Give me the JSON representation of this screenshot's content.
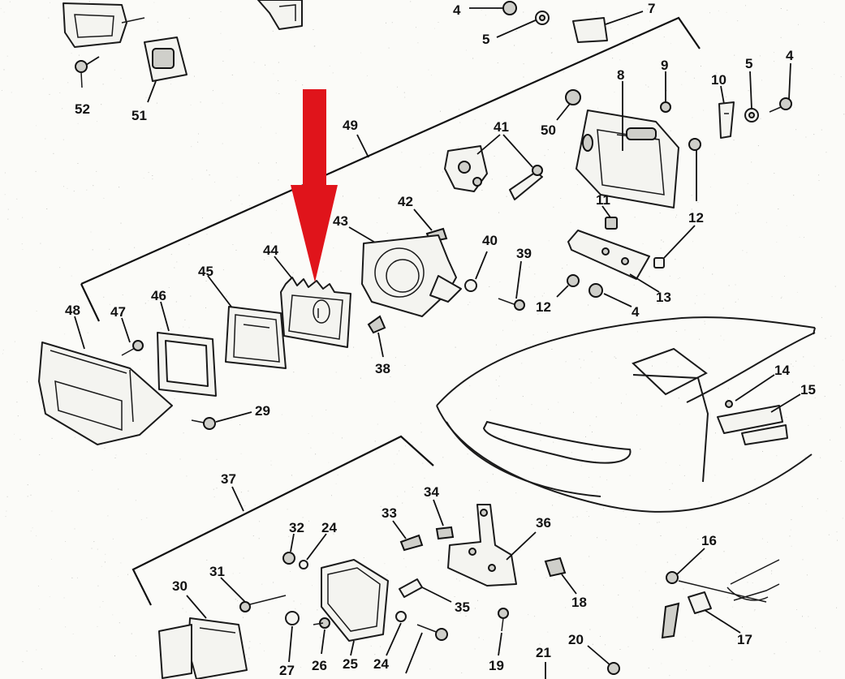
{
  "diagram": {
    "type": "exploded-parts-diagram",
    "highlight_color": "#e0141b",
    "line_color": "#111111",
    "highlighted_callout": "44",
    "callouts": {
      "c4a": "4",
      "c5a": "5",
      "c7": "7",
      "c52": "52",
      "c51": "51",
      "c8": "8",
      "c9": "9",
      "c10": "10",
      "c5b": "5",
      "c4b": "4",
      "c49": "49",
      "c41": "41",
      "c50": "50",
      "c11": "11",
      "c12a": "12",
      "c42": "42",
      "c43": "43",
      "c40": "40",
      "c39": "39",
      "c12b": "12",
      "c13": "13",
      "c4c": "4",
      "c44": "44",
      "c45": "45",
      "c46": "46",
      "c47": "47",
      "c48": "48",
      "c38": "38",
      "c29": "29",
      "c14": "14",
      "c15": "15",
      "c37": "37",
      "c34": "34",
      "c33": "33",
      "c36": "36",
      "c32": "32",
      "c24a": "24",
      "c31": "31",
      "c30": "30",
      "c35": "35",
      "c18": "18",
      "c16": "16",
      "c17": "17",
      "c27": "27",
      "c26": "26",
      "c25": "25",
      "c24b": "24",
      "c19": "19",
      "c21": "21",
      "c20": "20"
    }
  }
}
